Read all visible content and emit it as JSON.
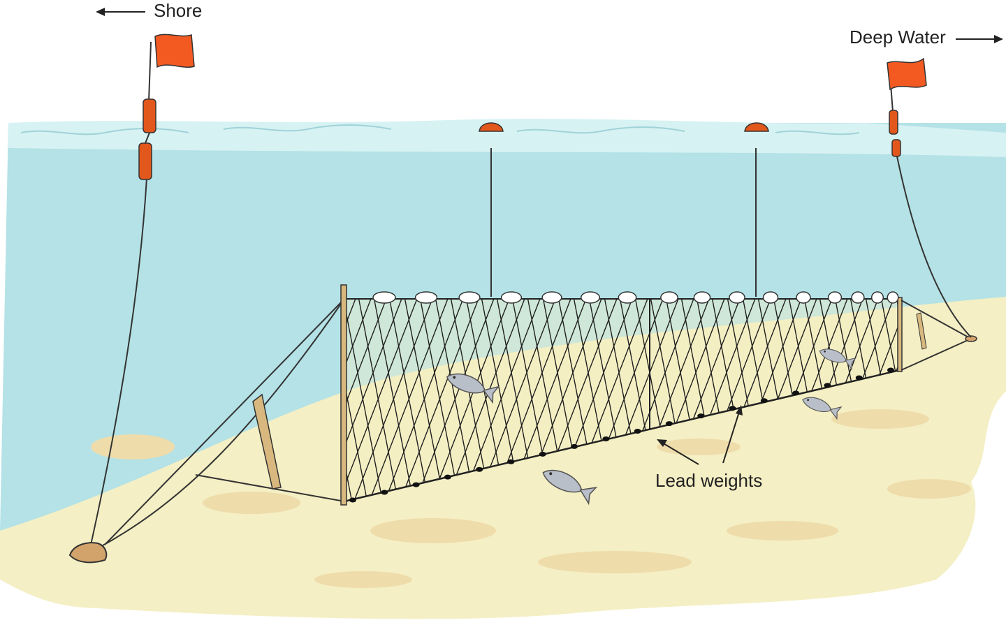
{
  "labels": {
    "shore": "Shore",
    "deep_water": "Deep Water",
    "lead_weights": "Lead weights"
  },
  "colors": {
    "water": "#b4e2e6",
    "water_surface": "#d7f2f3",
    "sand": "#f4efc4",
    "sand_patch": "#efdcab",
    "net_line": "#1f1f1f",
    "flag": "#f25a22",
    "buoy": "#e2571c",
    "float": "#ffffff",
    "fish": "#b9bfc9",
    "stake": "#d8b87e",
    "anchor": "#d2a36b"
  },
  "icons": [
    "flag-icon",
    "buoy-icon",
    "fish-icon",
    "anchor-rock-icon",
    "arrow-left-icon",
    "arrow-right-icon"
  ]
}
